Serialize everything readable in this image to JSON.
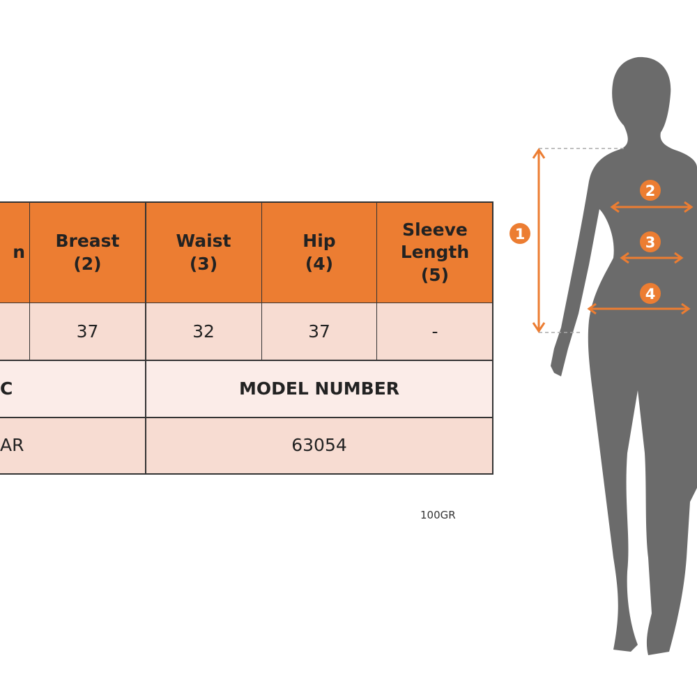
{
  "table": {
    "headers": [
      "n",
      "Breast\n(2)",
      "Waist\n(3)",
      "Hip\n(4)",
      "Sleeve\nLength\n(5)"
    ],
    "values": [
      "",
      "37",
      "32",
      "37",
      "-"
    ],
    "info_labels": [
      "C",
      "MODEL NUMBER"
    ],
    "info_values": [
      "AR",
      "63054"
    ]
  },
  "note": "100GR",
  "figure": {
    "markers": [
      "1",
      "2",
      "3",
      "4"
    ],
    "accent": "#ec7d32",
    "silhouette": "#6b6b6b"
  }
}
